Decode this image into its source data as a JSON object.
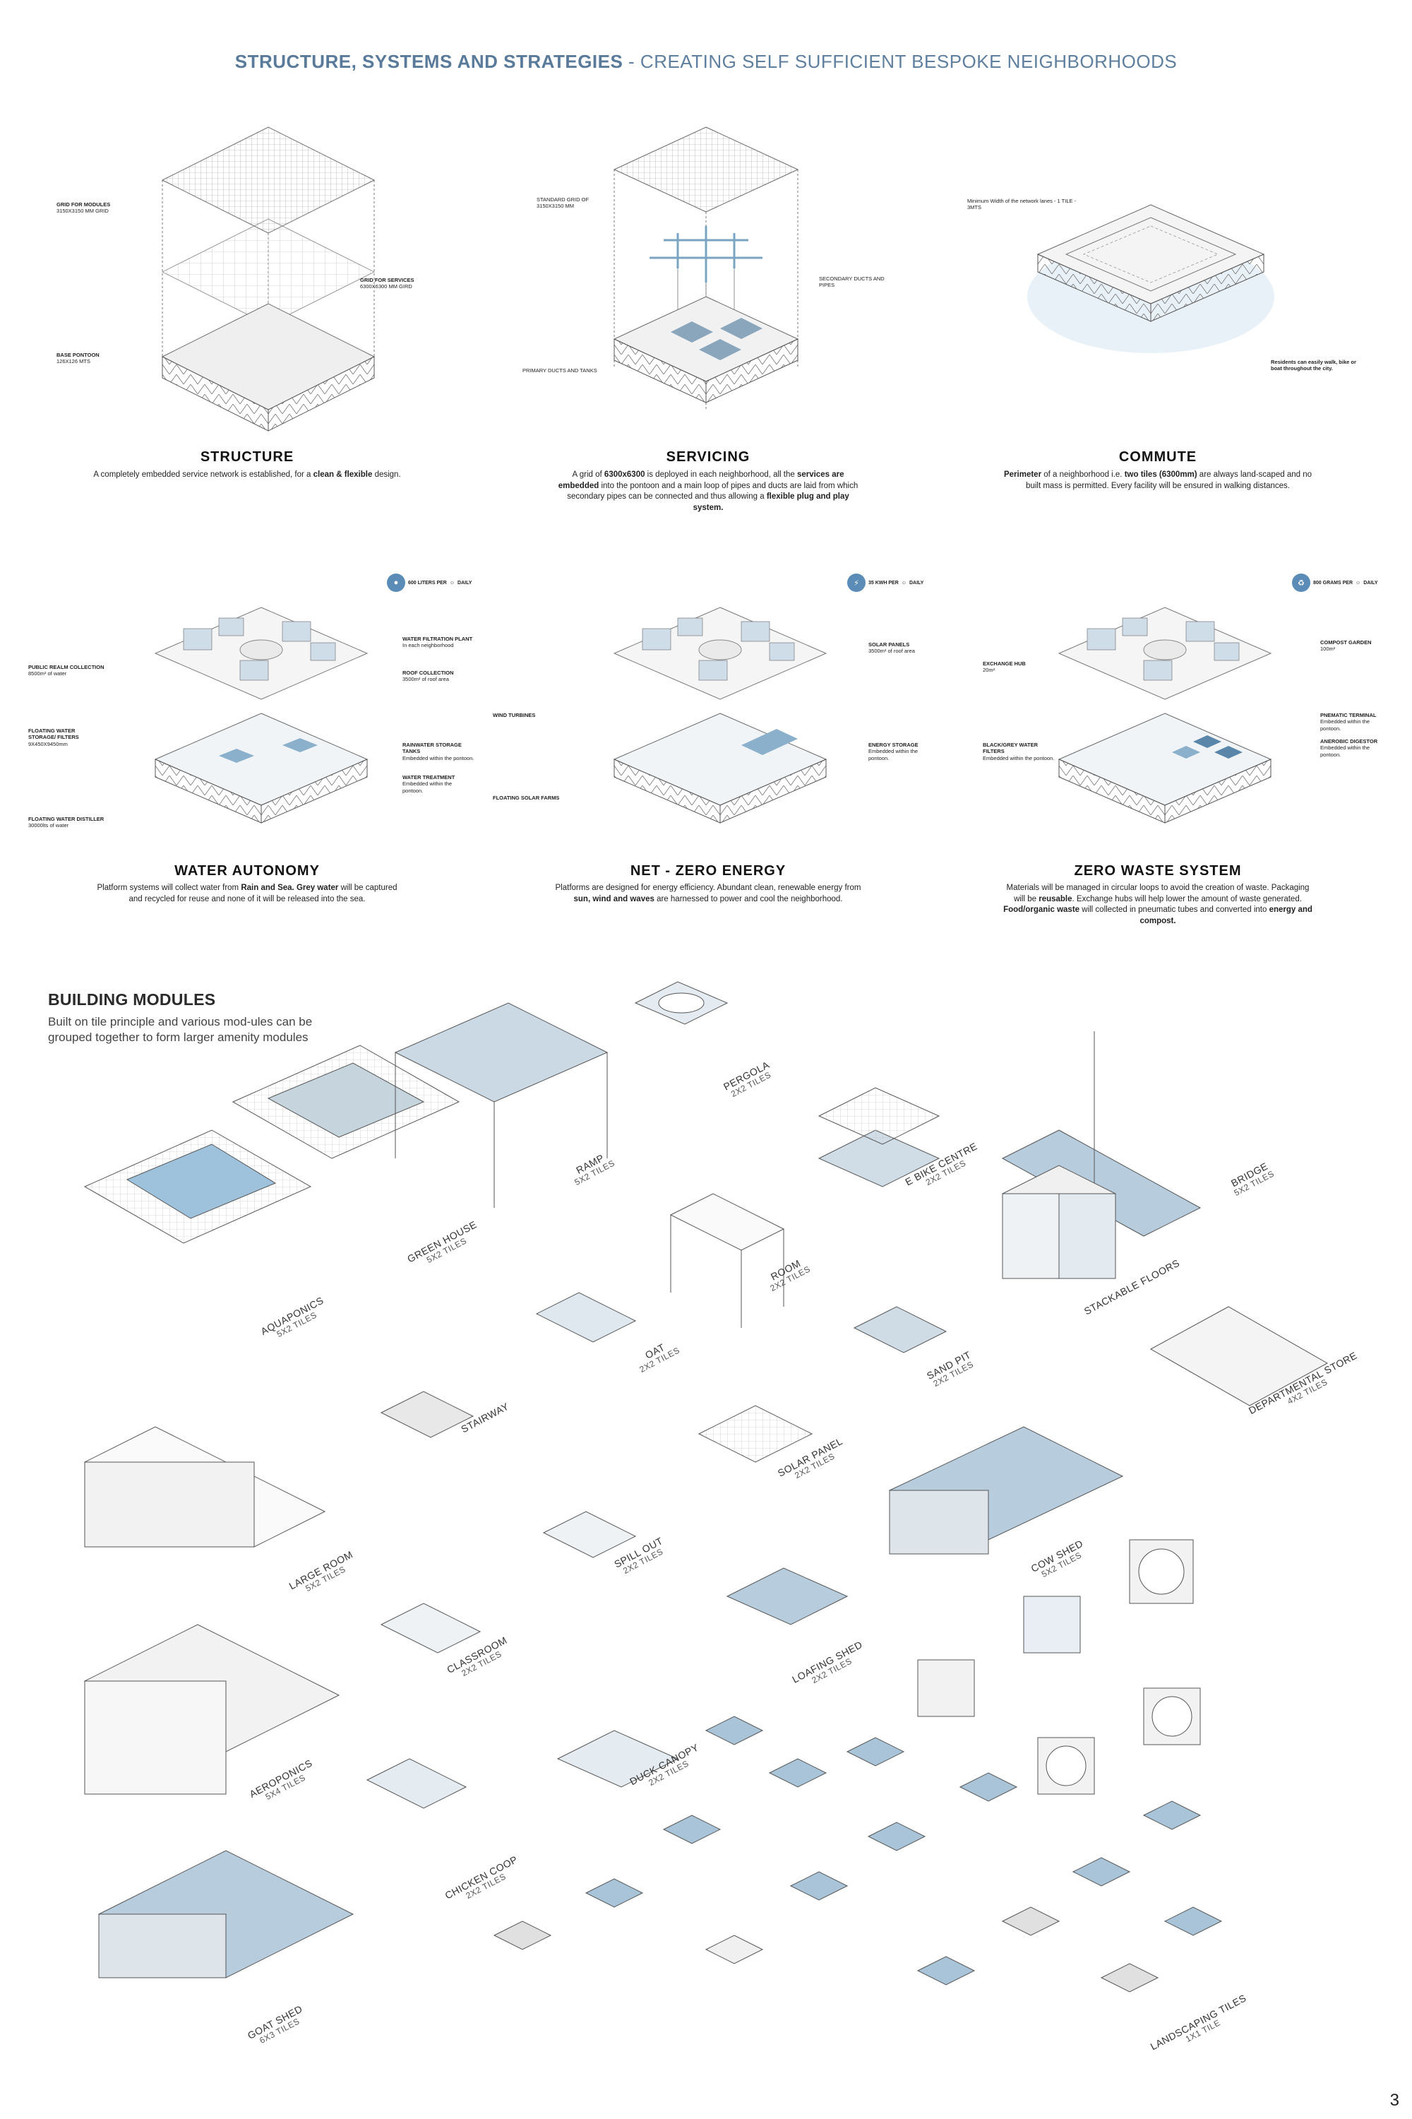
{
  "header": {
    "title_bold": "STRUCTURE, SYSTEMS AND STRATEGIES",
    "title_rest": " - CREATING SELF SUFFICIENT BESPOKE NEIGHBORHOODS"
  },
  "structure": {
    "title": "STRUCTURE",
    "desc_1": "A completely embedded service network is established, for a ",
    "desc_2": "clean & flexible",
    "desc_3": " design.",
    "labels": {
      "grid_modules_t": "GRID FOR MODULES",
      "grid_modules_s": "3150X3150 MM GRID",
      "grid_services_t": "GRID FOR SERVICES",
      "grid_services_s": "6300X6300 MM GIRD",
      "pontoon_t": "BASE PONTOON",
      "pontoon_s": "126X126 MTS"
    }
  },
  "servicing": {
    "title": "SERVICING",
    "d1": "A grid of ",
    "d2": "6300x6300",
    "d3": " is deployed in each neighborhood, all the ",
    "d4": "services are embedded",
    "d5": " into the pontoon and a main loop of pipes and ducts are laid from which secondary pipes can be connected and thus allowing a ",
    "d6": "flexible plug and play system.",
    "labels": {
      "std_grid": "STANDARD GRID OF 3150X3150 MM",
      "secondary": "SECONDARY DUCTS AND PIPES",
      "primary": "PRIMARY DUCTS AND TANKS"
    }
  },
  "commute": {
    "title": "COMMUTE",
    "d1": "Perimeter",
    "d2": " of a neighborhood i.e. ",
    "d3": "two tiles (6300mm)",
    "d4": " are always land-scaped and no built mass is permitted. Every facility will be ensured in walking distances.",
    "labels": {
      "min_width": "Minimum Width of the network lanes - 1 TILE - 3MTS",
      "residents": "Residents can easily walk, bike or boat throughout the city."
    }
  },
  "water": {
    "title": "WATER AUTONOMY",
    "d1": "Platform systems will collect water from ",
    "d2": "Rain and Sea. Grey water",
    "d3": " will be captured and recycled for reuse and none of it will be released into the sea.",
    "badge": "600 LITERS PER",
    "badge_unit": "DAILY",
    "labels": {
      "filtration_t": "WATER FILTRATION PLANT",
      "filtration_s": "In each neighborhood",
      "roof_t": "ROOF COLLECTION",
      "roof_s": "3500m² of roof area",
      "public_t": "PUBLIC REALM COLLECTION",
      "public_s": "8500m² of water",
      "floating_storage_t": "FLOATING WATER STORAGE/ FILTERS",
      "floating_storage_s": "9X450X9450mm",
      "rain_t": "RAINWATER STORAGE TANKS",
      "rain_s": "Embedded within the pontoon.",
      "treatment_t": "WATER TREATMENT",
      "treatment_s": "Embedded within the pontoon.",
      "distiller_t": "FLOATING WATER DISTILLER",
      "distiller_s": "30000lts of water"
    }
  },
  "energy": {
    "title": "NET - ZERO ENERGY",
    "d1": "Platforms are designed for energy efficiency. Abundant clean, renewable energy from ",
    "d2": "sun, wind and waves",
    "d3": " are harnessed to power and cool the neighborhood.",
    "badge": "35 KWH PER",
    "badge_unit": "DAILY",
    "labels": {
      "solar_t": "SOLAR PANELS",
      "solar_s": "3500m² of roof area",
      "wind": "WIND TURBINES",
      "storage_t": "ENERGY STORAGE",
      "storage_s": "Embedded within the pontoon.",
      "floating_solar": "FLOATING SOLAR FARMS"
    }
  },
  "waste": {
    "title": "ZERO WASTE SYSTEM",
    "d1": "Materials will be managed in circular loops to avoid the creation of waste. Packaging will be ",
    "d2": "reusable",
    "d3": ". Exchange hubs will help lower the amount of waste generated. ",
    "d4": "Food/organic waste",
    "d5": " will collected in pneumatic tubes and converted into ",
    "d6": "energy and compost.",
    "badge": "800 GRAMS PER",
    "badge_unit": "DAILY",
    "labels": {
      "compost_t": "COMPOST GARDEN",
      "compost_s": "100m²",
      "exchange_t": "EXCHANGE HUB",
      "exchange_s": "20m²",
      "pneumatic_t": "PNEMATIC TERMINAL",
      "pneumatic_s": "Embedded within the pontoon.",
      "anaerobic_t": "ANEROBIC DIGESTOR",
      "anaerobic_s": "Embedded within the pontoon.",
      "blackgrey_t": "BLACK/GREY WATER FILTERS",
      "blackgrey_s": "Embedded within the pontoon."
    }
  },
  "building_modules": {
    "title": "BUILDING MODULES",
    "desc": "Built on tile principle and various mod-ules can be grouped together to form larger amenity modules",
    "modules": [
      {
        "name": "AQUAPONICS",
        "size": "5X2 TILES"
      },
      {
        "name": "GREEN HOUSE",
        "size": "5X2 TILES"
      },
      {
        "name": "RAMP",
        "size": "5X2 TILES"
      },
      {
        "name": "PERGOLA",
        "size": "2X2 TILES"
      },
      {
        "name": "E BIKE CENTRE",
        "size": "2X2 TILES"
      },
      {
        "name": "BRIDGE",
        "size": "5X2 TILES"
      },
      {
        "name": "ROOM",
        "size": "2X2 TILES"
      },
      {
        "name": "STACKABLE FLOORS",
        "size": ""
      },
      {
        "name": "OAT",
        "size": "2X2 TILES"
      },
      {
        "name": "SAND PIT",
        "size": "2X2 TILES"
      },
      {
        "name": "DEPARTMENTAL STORE",
        "size": "4X2 TILES"
      },
      {
        "name": "STAIRWAY",
        "size": ""
      },
      {
        "name": "SOLAR PANEL",
        "size": "2X2 TILES"
      },
      {
        "name": "LARGE ROOM",
        "size": "5X2 TILES"
      },
      {
        "name": "SPILL OUT",
        "size": "2X2 TILES"
      },
      {
        "name": "COW SHED",
        "size": "5X2 TILES"
      },
      {
        "name": "CLASSROOM",
        "size": "2X2 TILES"
      },
      {
        "name": "LOAFING SHED",
        "size": "2X2 TILES"
      },
      {
        "name": "AEROPONICS",
        "size": "5X4 TILES"
      },
      {
        "name": "DUCK CANOPY",
        "size": "2X2 TILES"
      },
      {
        "name": "CHICKEN COOP",
        "size": "2X2 TILES"
      },
      {
        "name": "GOAT SHED",
        "size": "6X3 TILES"
      },
      {
        "name": "LANDSCAPING TILES",
        "size": "1X1 TILE"
      }
    ]
  },
  "page_number": "3",
  "colors": {
    "accent": "#5a7a9a",
    "tile_blue": "#a9c4d8",
    "line": "#555555"
  }
}
